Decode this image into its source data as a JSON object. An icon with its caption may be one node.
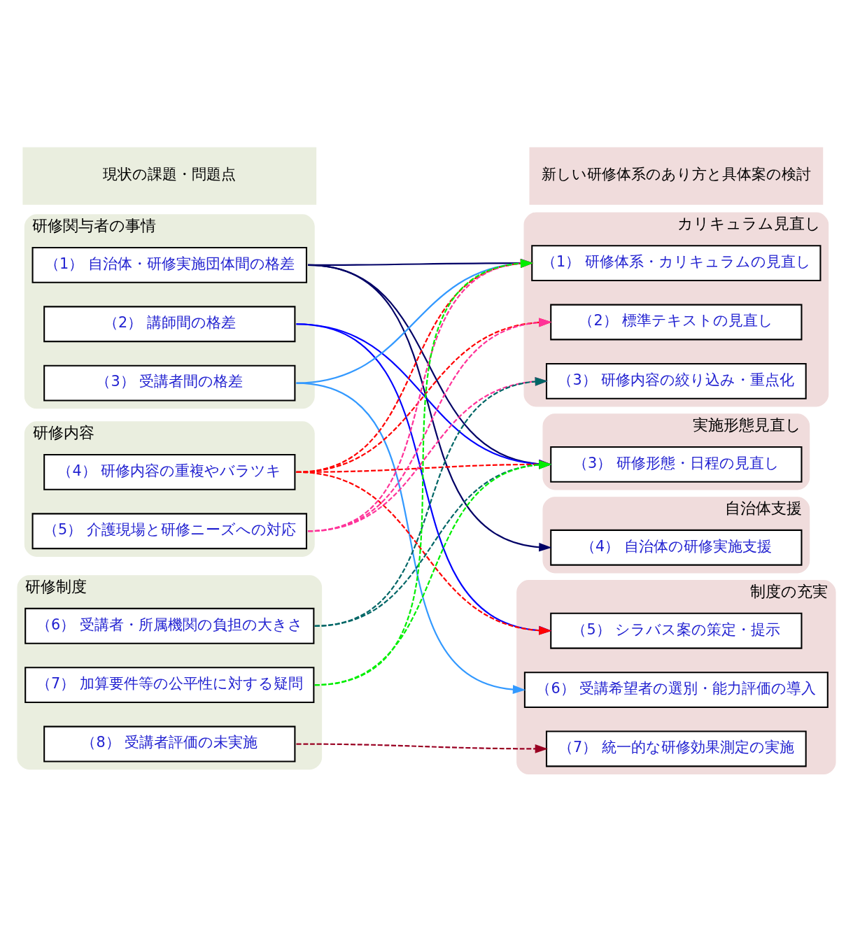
{
  "diagram": {
    "nodes": [
      {
        "text": [
          "現状の課題・問題点"
        ]
      },
      {
        "text": [
          "新しい研修体系のあり方と具体案の検討"
        ]
      },
      {
        "text": [
          "研修関与者の事情"
        ]
      },
      {
        "text": [
          "（1） 自治体・研修実施団体間の格差"
        ],
        "in": 2
      },
      {
        "text": [
          "（2） 講師間の格差"
        ],
        "in": 2
      },
      {
        "text": [
          "（3） 受講者間の格差"
        ],
        "in": 2
      },
      {
        "text": [
          "研修内容"
        ]
      },
      {
        "text": [
          "（4） 研修内容の重複やバラツキ"
        ],
        "in": 6
      },
      {
        "text": [
          "（5） 介護現場と研修ニーズへの対応"
        ],
        "in": 6
      },
      {
        "text": [
          "研修制度"
        ]
      },
      {
        "text": [
          "（6） 受講者・所属機関の負担の大きさ"
        ],
        "in": 9
      },
      {
        "text": [
          "（7） 加算要件等の公平性に対する疑問"
        ],
        "in": 9
      },
      {
        "text": [
          "（8） 受講者評価の未実施"
        ],
        "in": 9
      },
      {
        "text": [
          "カリキュラム見直し"
        ]
      },
      {
        "text": [
          "（1） 研修体系・カリキュラムの見直し"
        ],
        "in": 13
      },
      {
        "text": [
          "（2） 標準テキストの見直し"
        ],
        "in": 13
      },
      {
        "text": [
          "（3） 研修内容の絞り込み・重点化"
        ],
        "in": 13
      },
      {
        "text": [
          "実施形態見直し"
        ]
      },
      {
        "text": [
          "（3） 研修形態・日程の見直し"
        ],
        "in": 17
      },
      {
        "text": [
          "自治体支援"
        ]
      },
      {
        "text": [
          "（4） 自治体の研修実施支援"
        ],
        "in": 19
      },
      {
        "text": [
          "制度の充実"
        ]
      },
      {
        "text": [
          "（5） シラバス案の策定・提示"
        ],
        "in": 21
      },
      {
        "text": [
          "（6） 受講希望者の選別・能力評価の導入"
        ],
        "in": 21
      },
      {
        "text": [
          "（7） 統一的な研修効果測定の実施"
        ],
        "in": 21
      }
    ],
    "edges": [
      {
        "from": 3,
        "to": 14,
        "arrow": "to",
        "color": "#000066"
      },
      {
        "from": 3,
        "to": 18,
        "arrow": "to",
        "color": "#000066"
      },
      {
        "from": 3,
        "to": 20,
        "arrow": "to",
        "color": "#000066"
      },
      {
        "from": 4,
        "to": 18,
        "arrow": "to",
        "color": "#0000ff"
      },
      {
        "from": 4,
        "to": 22,
        "arrow": "to",
        "color": "#0000ff"
      },
      {
        "from": 5,
        "to": 14,
        "arrow": "to",
        "color": "#3399ff"
      },
      {
        "from": 5,
        "to": 23,
        "arrow": "to",
        "color": "#3399ff"
      },
      {
        "from": 7,
        "to": 14,
        "arrow": "to",
        "style": "dashed",
        "color": "#ff0000"
      },
      {
        "from": 7,
        "to": 15,
        "arrow": "to",
        "style": "dashed",
        "color": "#ff0000"
      },
      {
        "from": 7,
        "to": 18,
        "arrow": "to",
        "style": "dashed",
        "color": "#ff0000"
      },
      {
        "from": 7,
        "to": 22,
        "arrow": "to",
        "style": "dashed",
        "color": "#ff0000"
      },
      {
        "from": 8,
        "to": 14,
        "arrow": "to",
        "style": "dashed",
        "color": "#ff3399"
      },
      {
        "from": 8,
        "to": 15,
        "arrow": "to",
        "style": "dashed",
        "color": "#ff3399"
      },
      {
        "from": 8,
        "to": 16,
        "arrow": "to",
        "style": "dashed",
        "color": "#ff3399"
      },
      {
        "from": 10,
        "to": 16,
        "arrow": "to",
        "style": "dashed",
        "color": "#006666"
      },
      {
        "from": 10,
        "to": 18,
        "arrow": "to",
        "style": "dashed",
        "color": "#006666"
      },
      {
        "from": 11,
        "to": 14,
        "arrow": "to",
        "style": "dashed",
        "color": "#00ee00"
      },
      {
        "from": 11,
        "to": 18,
        "arrow": "to",
        "style": "dashed",
        "color": "#00ee00"
      },
      {
        "from": 12,
        "to": 24,
        "arrow": "to",
        "style": "dashed",
        "color": "#990022"
      }
    ]
  }
}
